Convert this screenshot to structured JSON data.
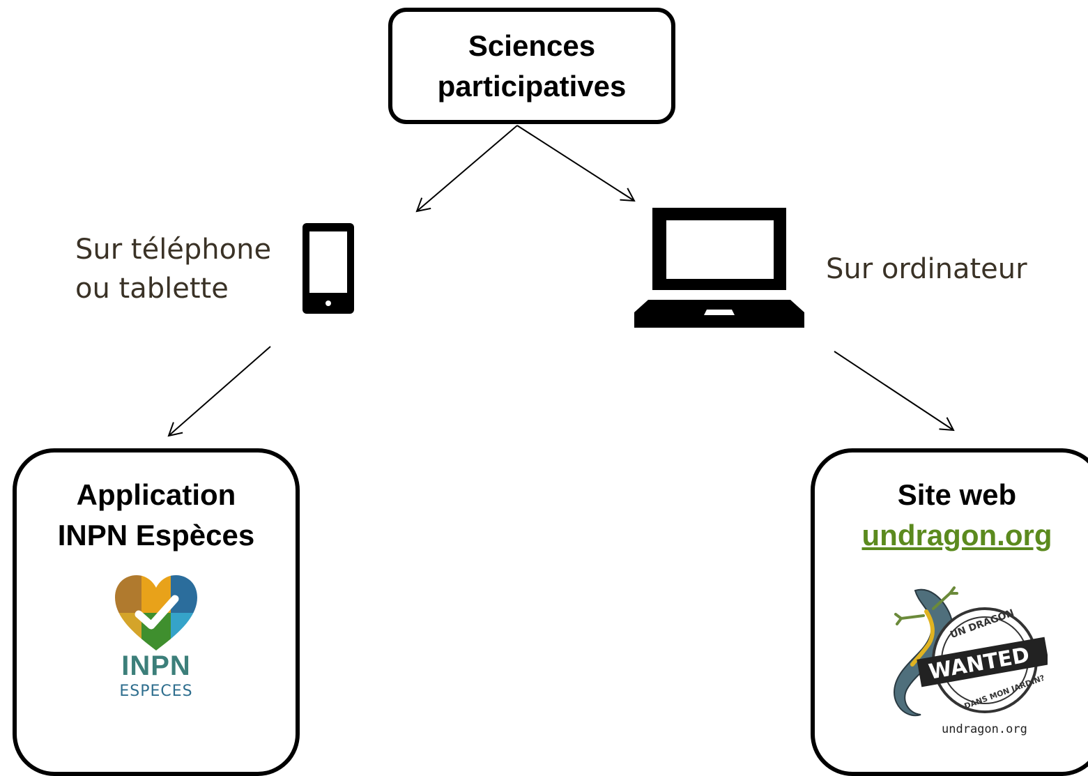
{
  "top_box": {
    "line1": "Sciences",
    "line2": "participatives"
  },
  "phone_caption": {
    "line1": "Sur téléphone",
    "line2": "ou tablette"
  },
  "computer_caption": "Sur ordinateur",
  "left_box": {
    "line1": "Application",
    "line2": "INPN Espèces",
    "logo_big": "INPN",
    "logo_small": "ESPECES"
  },
  "right_box": {
    "line1": "Site web",
    "link": "undragon.org",
    "stamp_top": "UN DRAGON",
    "stamp_middle": "WANTED",
    "stamp_bottom": "DANS MON JARDIN?",
    "stamp_url": "undragon.org"
  },
  "colors": {
    "link": "#5b8a1e",
    "caption": "#3a3226"
  },
  "icons": [
    "phone-icon",
    "laptop-icon",
    "inpn-heart-logo",
    "undragon-newt-logo"
  ]
}
